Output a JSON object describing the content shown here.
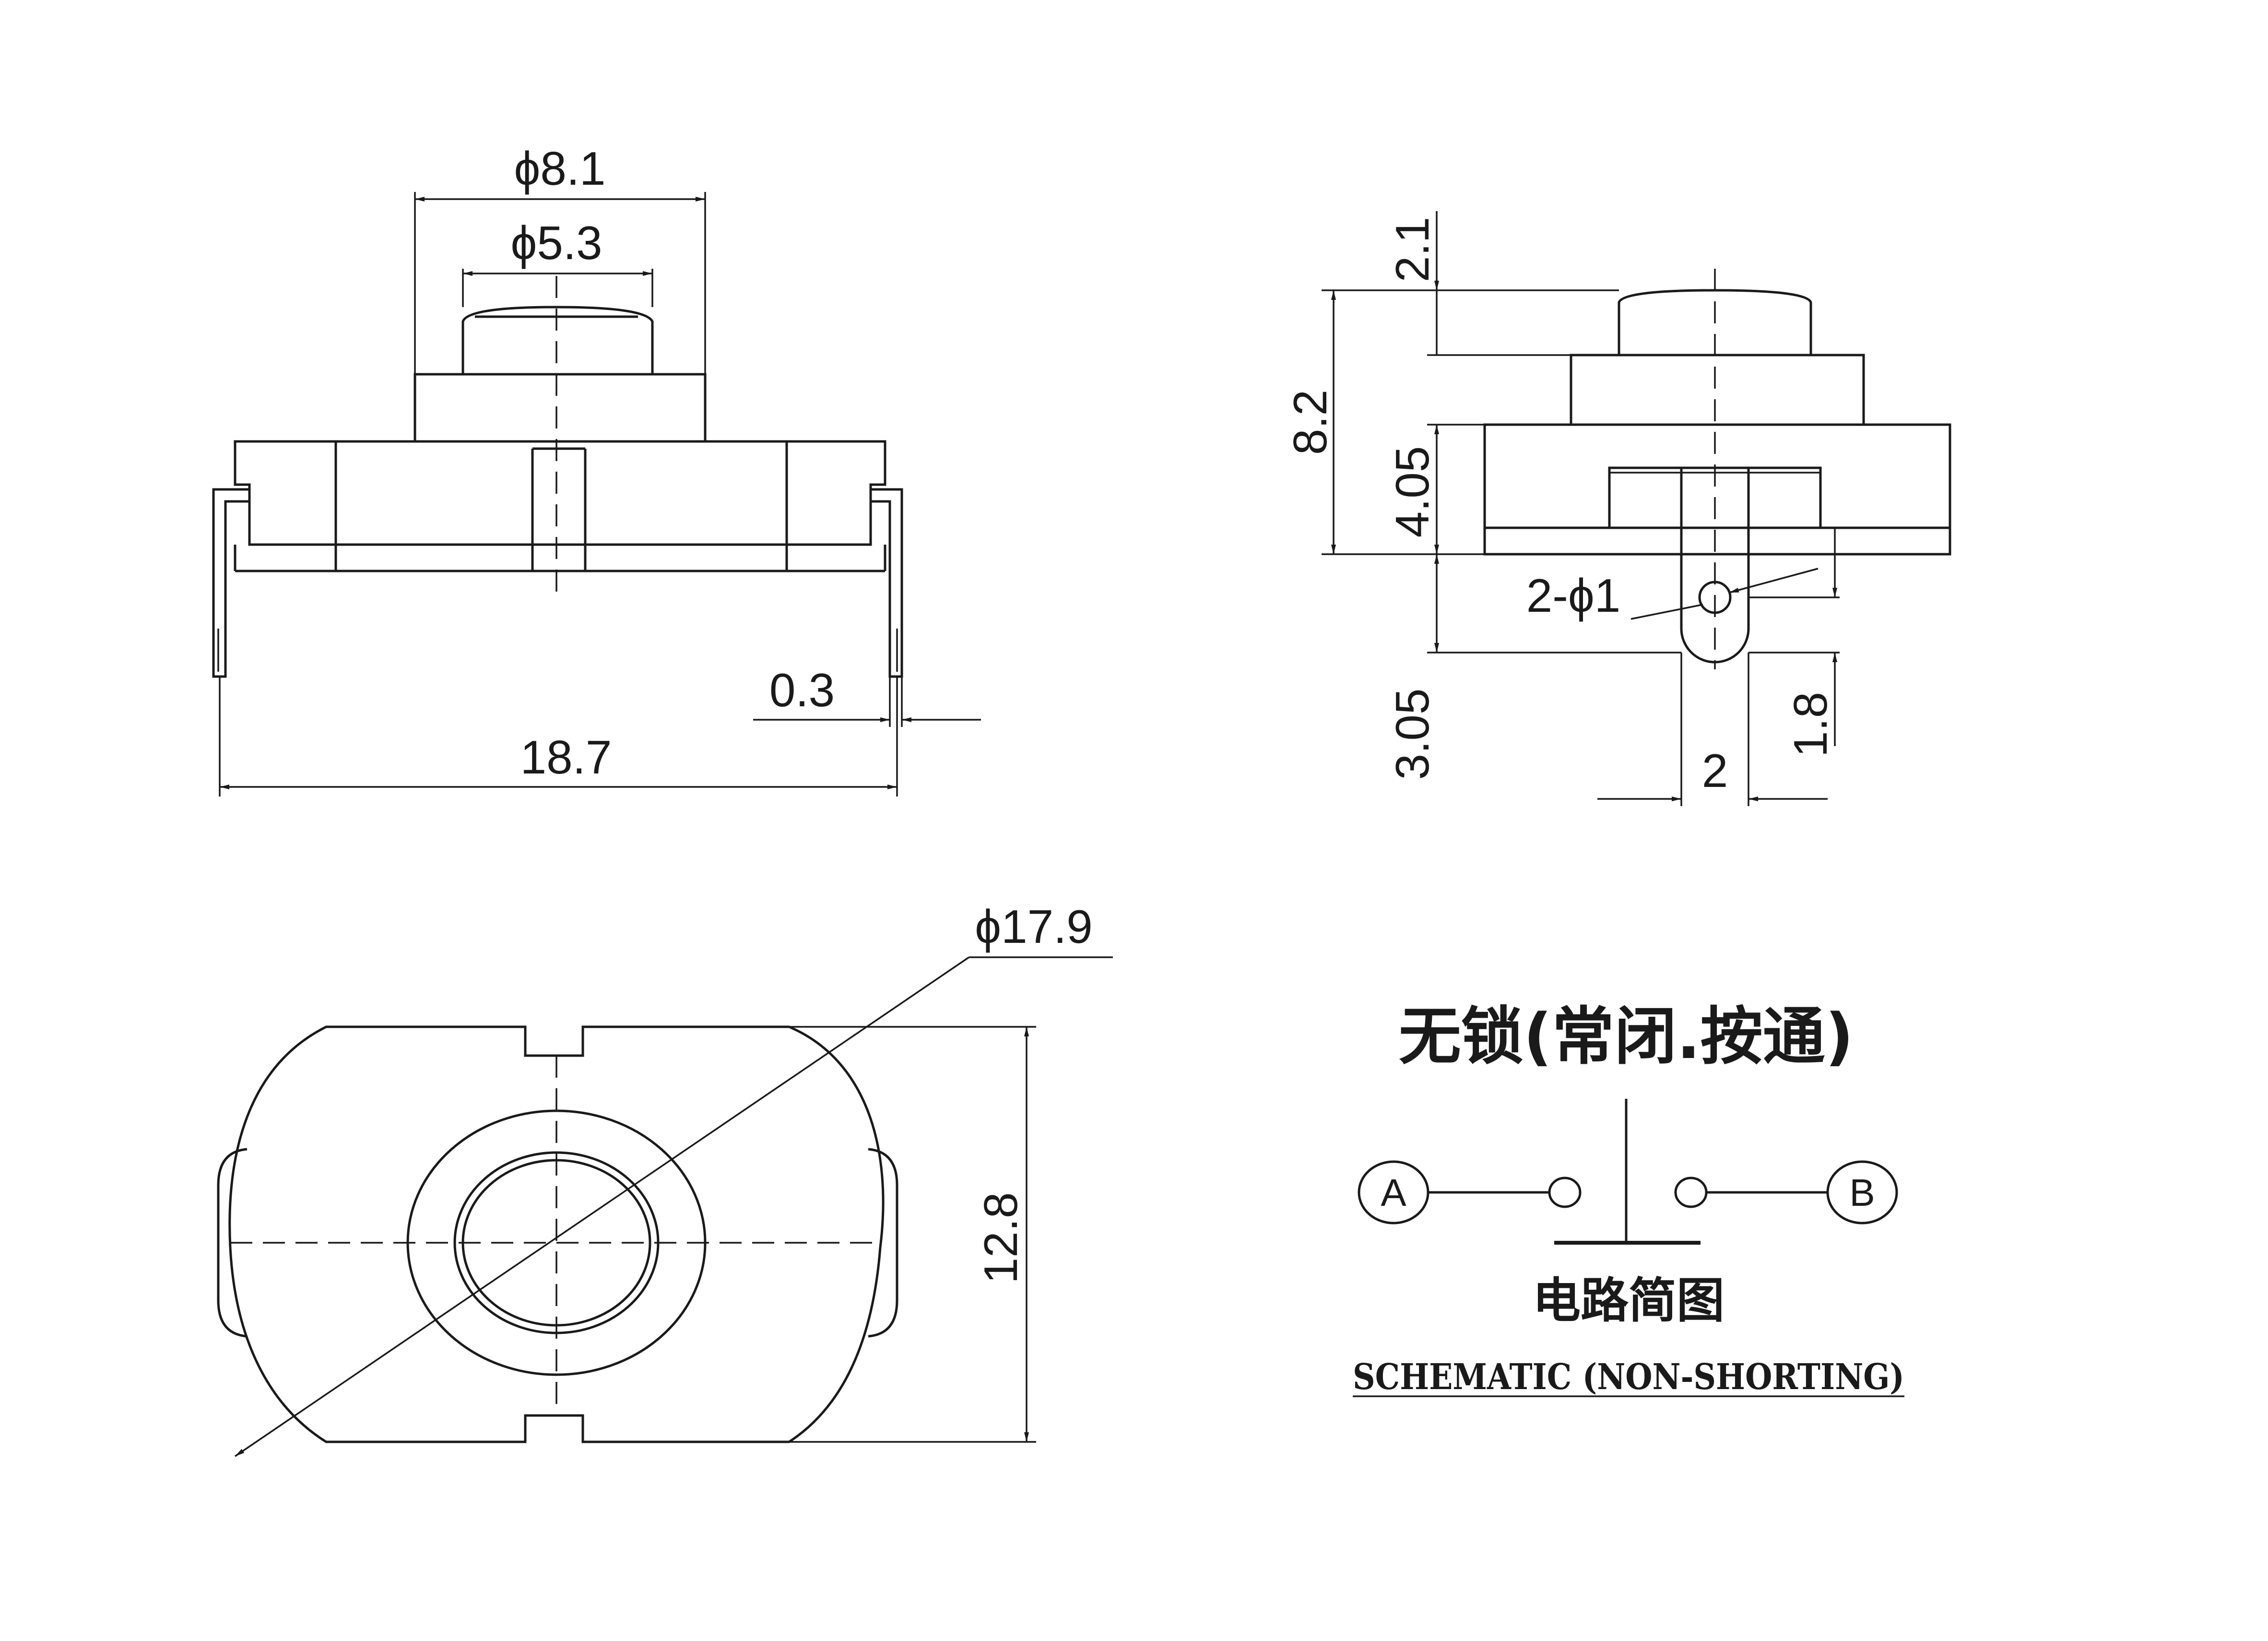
{
  "front_view": {
    "dims": {
      "cap_outer_dia": "ϕ8.1",
      "cap_inner_dia": "ϕ5.3",
      "pin_thickness": "0.3",
      "overall_width": "18.7"
    }
  },
  "side_view": {
    "dims": {
      "cap_height": "2.1",
      "total_height": "8.2",
      "body_height": "4.05",
      "pin_hole": "2-ϕ1",
      "pin_length": "3.05",
      "pin_hole_offset": "1.8",
      "pin_width": "2"
    }
  },
  "top_view": {
    "dims": {
      "outer_dia": "ϕ17.9",
      "height": "12.8"
    }
  },
  "schematic": {
    "title": "无锁(常闭.按通)",
    "terminal_a": "A",
    "terminal_b": "B",
    "caption_cn": "电路简图",
    "caption_en": "SCHEMATIC (NON-SHORTING)"
  }
}
